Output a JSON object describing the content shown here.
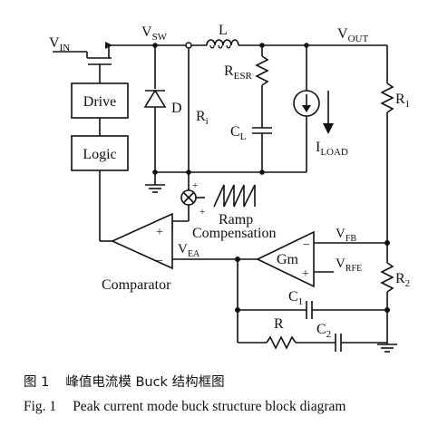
{
  "labels": {
    "vin": "V",
    "vin_sub": "IN",
    "vsw": "V",
    "vsw_sub": "SW",
    "inductor": "L",
    "vout": "V",
    "vout_sub": "OUT",
    "resr": "R",
    "resr_sub": "ESR",
    "diode": "D",
    "ri": "R",
    "ri_sub": "i",
    "cl": "C",
    "cl_sub": "L",
    "iload": "I",
    "iload_sub": "LOAD",
    "r1": "R",
    "r1_sub": "1",
    "r2": "R",
    "r2_sub": "2",
    "drive": "Drive",
    "logic": "Logic",
    "ramp_line1": "Ramp",
    "ramp_line2": "Compensation",
    "comparator": "Comparator",
    "vea": "V",
    "vea_sub": "EA",
    "vfb": "V",
    "vfb_sub": "FB",
    "vrfe": "V",
    "vrfe_sub": "RFE",
    "gm": "Gm",
    "c1": "C",
    "c1_sub": "1",
    "c2": "C",
    "c2_sub": "2",
    "r": "R",
    "plus": "+",
    "minus": "−"
  },
  "caption": {
    "zh_number": "图 1",
    "zh_text": "峰值电流模 Buck 结构框图",
    "en_number": "Fig. 1",
    "en_text": "Peak current mode buck structure block diagram"
  }
}
